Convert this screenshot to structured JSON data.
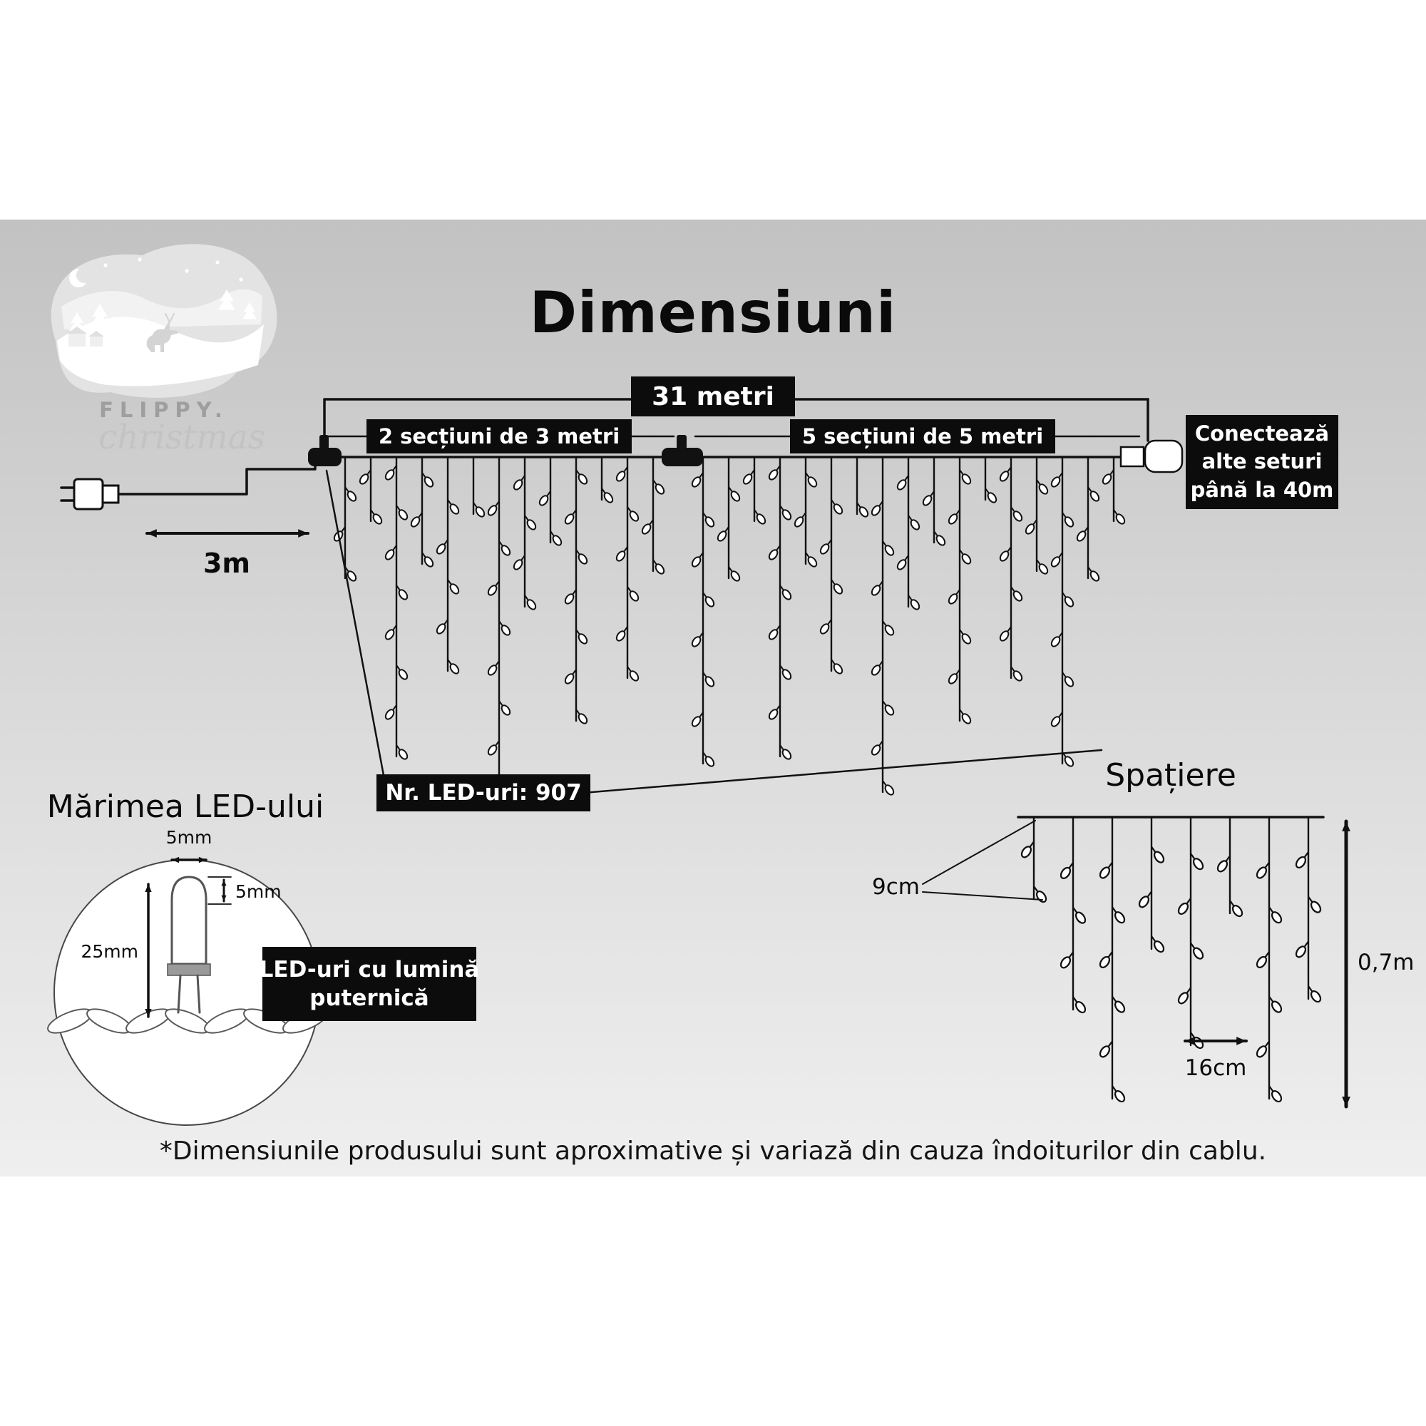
{
  "page": {
    "title": "Dimensiuni",
    "disclaimer": "*Dimensiunile produsului sunt aproximative și variază din cauza îndoiturilor din cablu."
  },
  "logo": {
    "brand": "FLIPPY.",
    "script": "christmas"
  },
  "main_diagram": {
    "total_length": "31 metri",
    "left_sections": "2 secțiuni de 3 metri",
    "right_sections": "5 secțiuni de 5 metri",
    "connect_line1": "Conectează",
    "connect_line2": "alte seturi",
    "connect_line3": "până la 40m",
    "lead_length": "3m",
    "led_count": "Nr. LED-uri: 907"
  },
  "spacing_diagram": {
    "title": "Spațiere",
    "horizontal_spacing": "9cm",
    "bulb_spacing": "16cm",
    "drop_height": "0,7m"
  },
  "led_size_diagram": {
    "title": "Mărimea LED-ului",
    "width_label": "5mm",
    "cap_label": "5mm",
    "height_label": "25mm",
    "note_line1": "LED-uri cu lumină",
    "note_line2": "puternică"
  }
}
